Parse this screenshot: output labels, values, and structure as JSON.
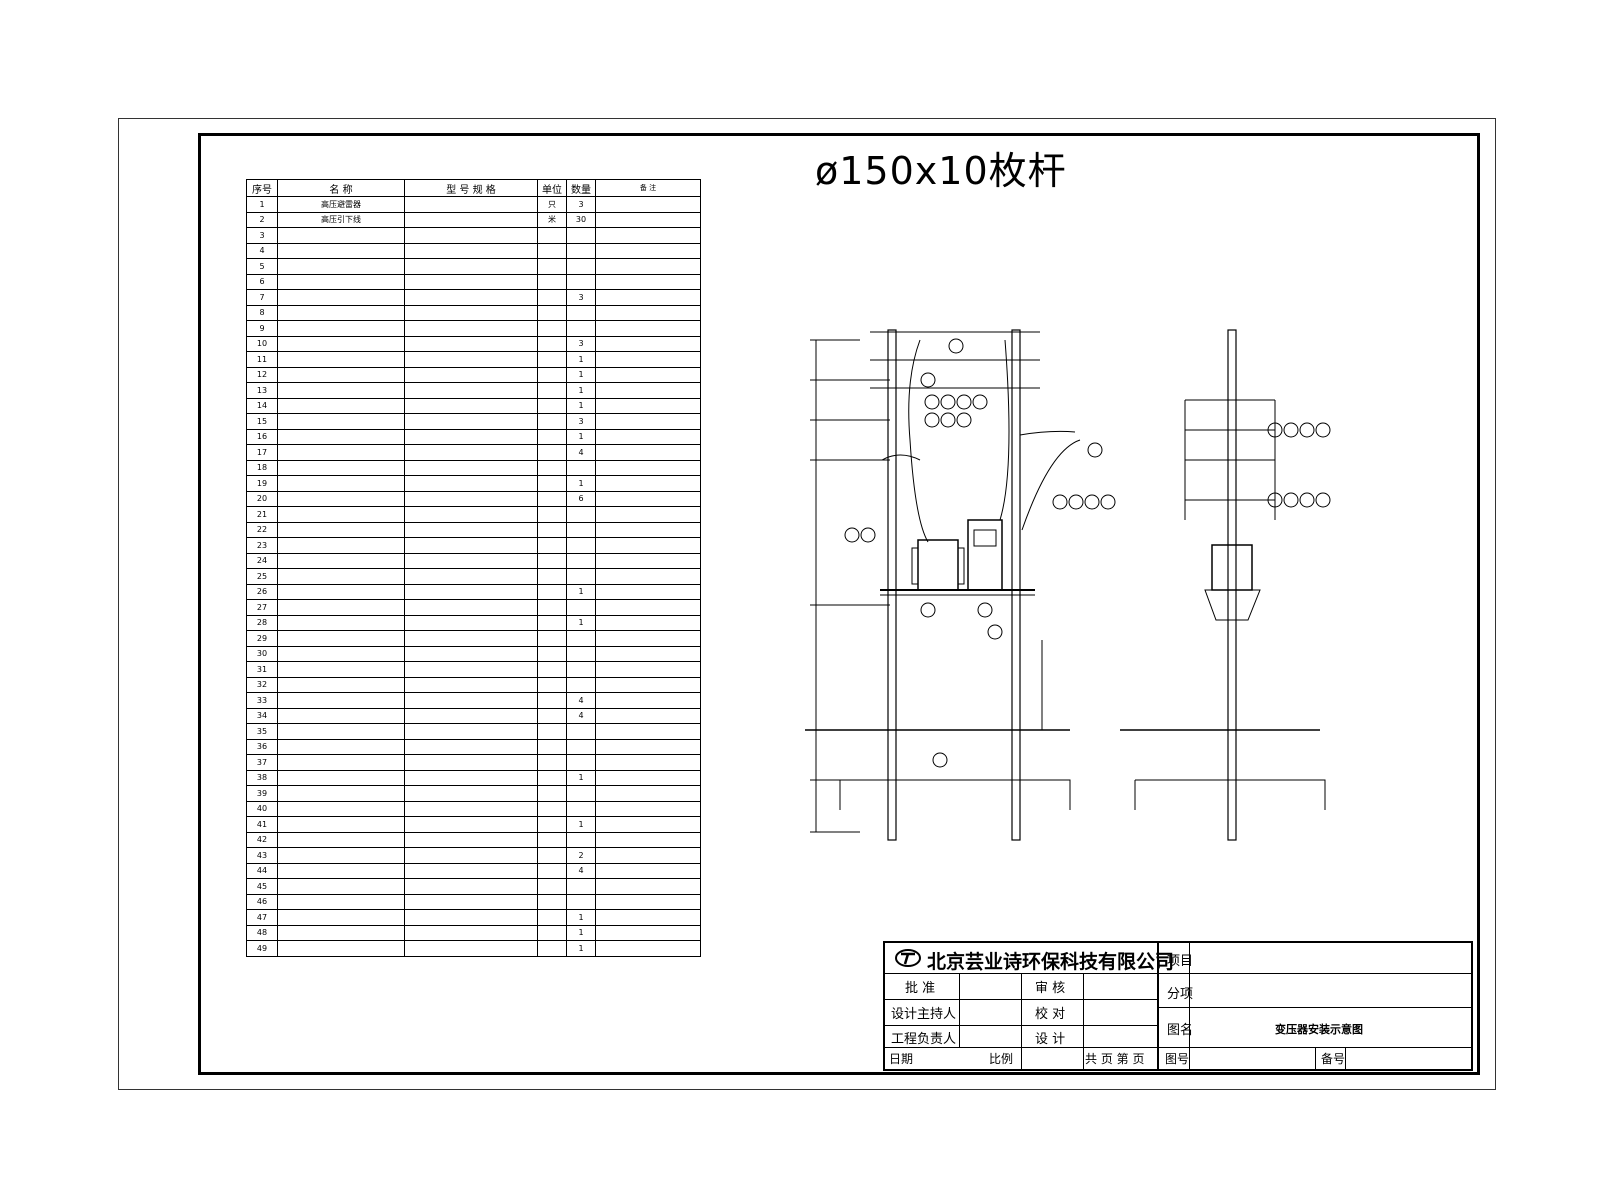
{
  "title": "ø150x10枚杆",
  "bom": {
    "headers": {
      "no": "序号",
      "name": "名 称",
      "spec": "型 号 规 格",
      "unit": "单位",
      "qty": "数量",
      "note": "备 注"
    },
    "rows": [
      {
        "no": "1",
        "name": "高压避雷器",
        "spec": "",
        "unit": "只",
        "qty": "3",
        "note": ""
      },
      {
        "no": "2",
        "name": "高压引下线",
        "spec": "",
        "unit": "米",
        "qty": "30",
        "note": ""
      },
      {
        "no": "3",
        "name": "",
        "spec": "",
        "unit": "",
        "qty": "",
        "note": ""
      },
      {
        "no": "4",
        "name": "",
        "spec": "",
        "unit": "",
        "qty": "",
        "note": ""
      },
      {
        "no": "5",
        "name": "",
        "spec": "",
        "unit": "",
        "qty": "",
        "note": ""
      },
      {
        "no": "6",
        "name": "",
        "spec": "",
        "unit": "",
        "qty": "",
        "note": ""
      },
      {
        "no": "7",
        "name": "",
        "spec": "",
        "unit": "",
        "qty": "3",
        "note": ""
      },
      {
        "no": "8",
        "name": "",
        "spec": "",
        "unit": "",
        "qty": "",
        "note": ""
      },
      {
        "no": "9",
        "name": "",
        "spec": "",
        "unit": "",
        "qty": "",
        "note": ""
      },
      {
        "no": "10",
        "name": "",
        "spec": "",
        "unit": "",
        "qty": "3",
        "note": ""
      },
      {
        "no": "11",
        "name": "",
        "spec": "",
        "unit": "",
        "qty": "1",
        "note": ""
      },
      {
        "no": "12",
        "name": "",
        "spec": "",
        "unit": "",
        "qty": "1",
        "note": ""
      },
      {
        "no": "13",
        "name": "",
        "spec": "",
        "unit": "",
        "qty": "1",
        "note": ""
      },
      {
        "no": "14",
        "name": "",
        "spec": "",
        "unit": "",
        "qty": "1",
        "note": ""
      },
      {
        "no": "15",
        "name": "",
        "spec": "",
        "unit": "",
        "qty": "3",
        "note": ""
      },
      {
        "no": "16",
        "name": "",
        "spec": "",
        "unit": "",
        "qty": "1",
        "note": ""
      },
      {
        "no": "17",
        "name": "",
        "spec": "",
        "unit": "",
        "qty": "4",
        "note": ""
      },
      {
        "no": "18",
        "name": "",
        "spec": "",
        "unit": "",
        "qty": "",
        "note": ""
      },
      {
        "no": "19",
        "name": "",
        "spec": "",
        "unit": "",
        "qty": "1",
        "note": ""
      },
      {
        "no": "20",
        "name": "",
        "spec": "",
        "unit": "",
        "qty": "6",
        "note": ""
      },
      {
        "no": "21",
        "name": "",
        "spec": "",
        "unit": "",
        "qty": "",
        "note": ""
      },
      {
        "no": "22",
        "name": "",
        "spec": "",
        "unit": "",
        "qty": "",
        "note": ""
      },
      {
        "no": "23",
        "name": "",
        "spec": "",
        "unit": "",
        "qty": "",
        "note": ""
      },
      {
        "no": "24",
        "name": "",
        "spec": "",
        "unit": "",
        "qty": "",
        "note": ""
      },
      {
        "no": "25",
        "name": "",
        "spec": "",
        "unit": "",
        "qty": "",
        "note": ""
      },
      {
        "no": "26",
        "name": "",
        "spec": "",
        "unit": "",
        "qty": "1",
        "note": ""
      },
      {
        "no": "27",
        "name": "",
        "spec": "",
        "unit": "",
        "qty": "",
        "note": ""
      },
      {
        "no": "28",
        "name": "",
        "spec": "",
        "unit": "",
        "qty": "1",
        "note": ""
      },
      {
        "no": "29",
        "name": "",
        "spec": "",
        "unit": "",
        "qty": "",
        "note": ""
      },
      {
        "no": "30",
        "name": "",
        "spec": "",
        "unit": "",
        "qty": "",
        "note": ""
      },
      {
        "no": "31",
        "name": "",
        "spec": "",
        "unit": "",
        "qty": "",
        "note": ""
      },
      {
        "no": "32",
        "name": "",
        "spec": "",
        "unit": "",
        "qty": "",
        "note": ""
      },
      {
        "no": "33",
        "name": "",
        "spec": "",
        "unit": "",
        "qty": "4",
        "note": ""
      },
      {
        "no": "34",
        "name": "",
        "spec": "",
        "unit": "",
        "qty": "4",
        "note": ""
      },
      {
        "no": "35",
        "name": "",
        "spec": "",
        "unit": "",
        "qty": "",
        "note": ""
      },
      {
        "no": "36",
        "name": "",
        "spec": "",
        "unit": "",
        "qty": "",
        "note": ""
      },
      {
        "no": "37",
        "name": "",
        "spec": "",
        "unit": "",
        "qty": "",
        "note": ""
      },
      {
        "no": "38",
        "name": "",
        "spec": "",
        "unit": "",
        "qty": "1",
        "note": ""
      },
      {
        "no": "39",
        "name": "",
        "spec": "",
        "unit": "",
        "qty": "",
        "note": ""
      },
      {
        "no": "40",
        "name": "",
        "spec": "",
        "unit": "",
        "qty": "",
        "note": ""
      },
      {
        "no": "41",
        "name": "",
        "spec": "",
        "unit": "",
        "qty": "1",
        "note": ""
      },
      {
        "no": "42",
        "name": "",
        "spec": "",
        "unit": "",
        "qty": "",
        "note": ""
      },
      {
        "no": "43",
        "name": "",
        "spec": "",
        "unit": "",
        "qty": "2",
        "note": ""
      },
      {
        "no": "44",
        "name": "",
        "spec": "",
        "unit": "",
        "qty": "4",
        "note": ""
      },
      {
        "no": "45",
        "name": "",
        "spec": "",
        "unit": "",
        "qty": "",
        "note": ""
      },
      {
        "no": "46",
        "name": "",
        "spec": "",
        "unit": "",
        "qty": "",
        "note": ""
      },
      {
        "no": "47",
        "name": "",
        "spec": "",
        "unit": "",
        "qty": "1",
        "note": ""
      },
      {
        "no": "48",
        "name": "",
        "spec": "",
        "unit": "",
        "qty": "1",
        "note": ""
      },
      {
        "no": "49",
        "name": "",
        "spec": "",
        "unit": "",
        "qty": "1",
        "note": ""
      }
    ]
  },
  "titleblock": {
    "company": "北京芸业诗环保科技有限公司",
    "project_label": "项目",
    "approve": "批  准",
    "review": "审  核",
    "director": "设计主持人",
    "check": "校  对",
    "engineer": "工程负责人",
    "design": "设  计",
    "date": "日期",
    "scale": "比例",
    "sheets": "共 页  第 页",
    "subitem_label": "分项",
    "drawing_name_label": "图名",
    "drawing_name": "变压器安装示意图",
    "drawing_no_label": "图号",
    "remark_label": "备号"
  }
}
